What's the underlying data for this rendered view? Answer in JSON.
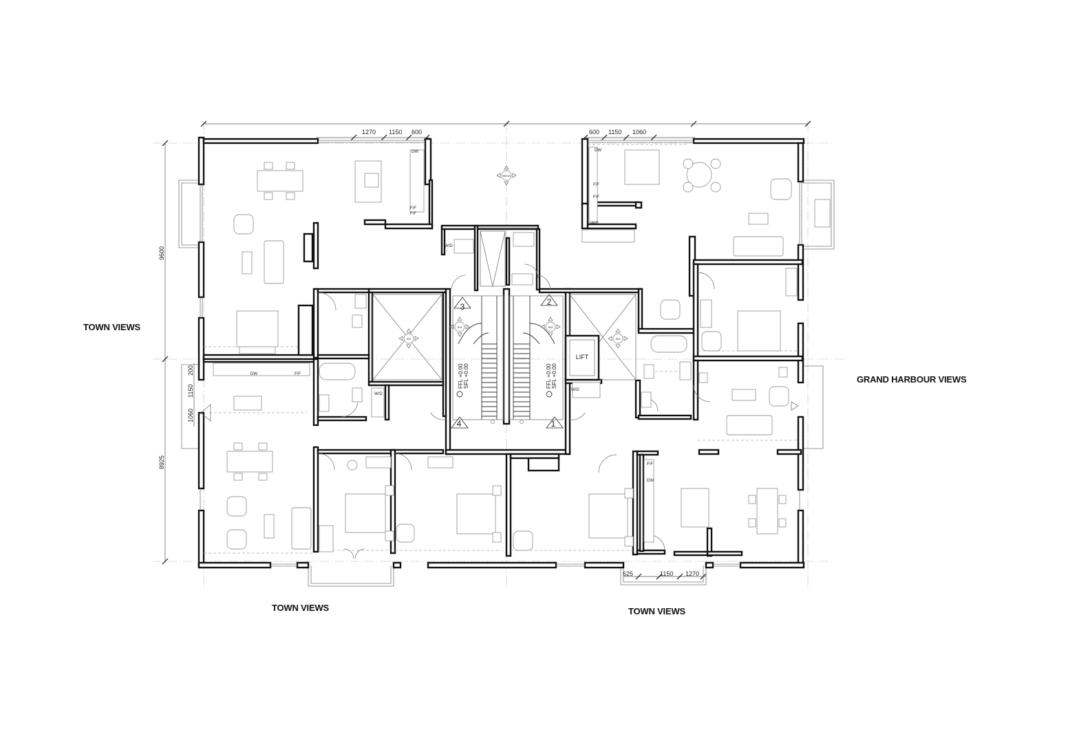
{
  "views": {
    "west": "TOWN VIEWS",
    "east": "GRAND HARBOUR  VIEWS",
    "south_left": "TOWN VIEWS",
    "south_right": "TOWN VIEWS"
  },
  "dimensions": {
    "top_left": [
      "1270",
      "1150",
      "600"
    ],
    "top_right": [
      "600",
      "1150",
      "1060"
    ],
    "bottom_right": [
      "625",
      "1150",
      "1270"
    ],
    "left_upper": "9600",
    "left_lower": "8925",
    "left_window": [
      "1060",
      "1150",
      "200"
    ]
  },
  "kitchen": {
    "dw": "DW",
    "ff": "F/F",
    "wd": "W/D"
  },
  "stair_numbers": [
    "3",
    "2",
    "4",
    "1"
  ],
  "lift": "LIFT",
  "levels": {
    "ffl": "FFL +0.00",
    "sfl": "SFL +0.00"
  },
  "tags": {
    "s01": "S01",
    "s02": "S02",
    "rw": "RW19"
  }
}
